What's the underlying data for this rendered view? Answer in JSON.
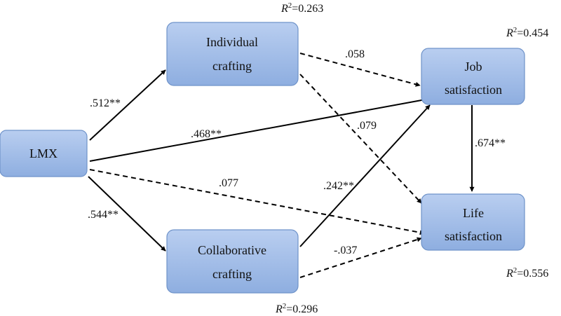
{
  "nodes": {
    "lmx": {
      "lines": [
        "LMX"
      ]
    },
    "individual": {
      "lines": [
        "Individual",
        "crafting"
      ]
    },
    "collaborative": {
      "lines": [
        "Collaborative",
        "crafting"
      ]
    },
    "job": {
      "lines": [
        "Job",
        "satisfaction"
      ]
    },
    "life": {
      "lines": [
        "Life",
        "satisfaction"
      ]
    }
  },
  "paths": {
    "lmx_individual": ".512**",
    "lmx_collaborative": ".544**",
    "lmx_job": ".468**",
    "lmx_life": ".077",
    "individual_job": ".058",
    "individual_life": ".079",
    "collaborative_job": ".242**",
    "collaborative_life": "-.037",
    "job_life": ".674**"
  },
  "r2": {
    "symbol": "R",
    "exponent": "2",
    "individual": "=0.263",
    "job": "=0.454",
    "life": "=0.556",
    "collaborative": "=0.296"
  },
  "colors": {
    "node_fill_top": "#b9cef0",
    "node_fill_bottom": "#8eaee0",
    "node_border": "#6f93c9"
  }
}
